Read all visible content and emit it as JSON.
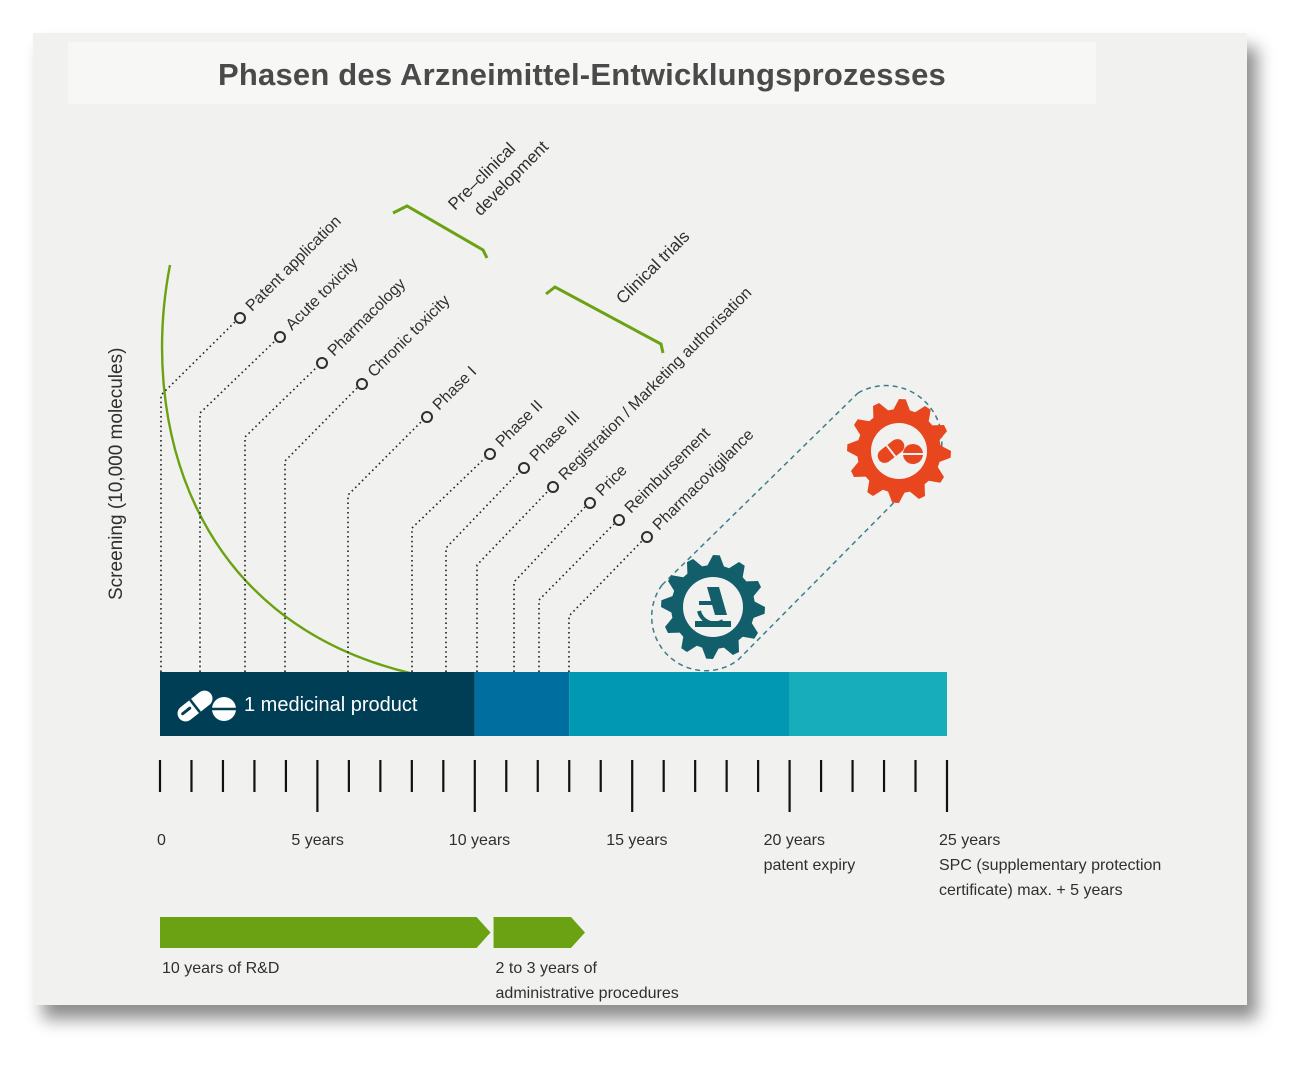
{
  "title": "Phasen des Arzneimittel-Entwicklungsprozesses",
  "screening_label": "Screening (10,000 molecules)",
  "product_label": "1 medicinal product",
  "phase_groups": [
    {
      "label_line1": "Pre–clinical",
      "label_line2": "development"
    },
    {
      "label_line1": "Clinical trials",
      "label_line2": ""
    }
  ],
  "milestones": [
    {
      "label": "Patent application",
      "year": 0
    },
    {
      "label": "Acute toxicity",
      "year": 1.25
    },
    {
      "label": "Pharmacology",
      "year": 2.7
    },
    {
      "label": "Chronic toxicity",
      "year": 4
    },
    {
      "label": "Phase I",
      "year": 6
    },
    {
      "label": "Phase II",
      "year": 8
    },
    {
      "label": "Phase III",
      "year": 9
    },
    {
      "label": "Registration / Marketing authorisation",
      "year": 10
    },
    {
      "label": "Price",
      "year": 11
    },
    {
      "label": "Reimbursement",
      "year": 11.8
    },
    {
      "label": "Pharmacovigilance",
      "year": 13
    }
  ],
  "timeline": {
    "max_year": 25,
    "segments": [
      {
        "from": 0,
        "to": 10,
        "color": "#003e55"
      },
      {
        "from": 10,
        "to": 13,
        "color": "#006e9f"
      },
      {
        "from": 13,
        "to": 20,
        "color": "#0098b2"
      },
      {
        "from": 20,
        "to": 25,
        "color": "#18adbb"
      }
    ],
    "labels": [
      {
        "year": 0,
        "lines": [
          "0"
        ]
      },
      {
        "year": 5,
        "lines": [
          "5 years"
        ]
      },
      {
        "year": 10,
        "lines": [
          "10 years"
        ]
      },
      {
        "year": 15,
        "lines": [
          "15 years"
        ]
      },
      {
        "year": 20,
        "lines": [
          "20 years",
          "patent expiry"
        ]
      },
      {
        "year": 25,
        "lines": [
          "25 years",
          "SPC (supplementary protection",
          "certificate) max. + 5 years"
        ]
      }
    ]
  },
  "durations": [
    {
      "from": 0,
      "to": 10.5,
      "lines": [
        "10 years of R&D"
      ]
    },
    {
      "from": 10.5,
      "to": 13.5,
      "lines": [
        "2 to 3 years of",
        "administrative procedures"
      ]
    }
  ],
  "icons": [
    "pill-icon",
    "microscope-gear-icon",
    "pill-gear-icon"
  ],
  "colors": {
    "accent_green": "#6aa213",
    "dark_teal": "#003e55",
    "medium_blue": "#006e9f",
    "teal": "#0098b2",
    "light_teal": "#18adbb",
    "orange": "#e8461e",
    "gear_teal": "#125e6a"
  }
}
